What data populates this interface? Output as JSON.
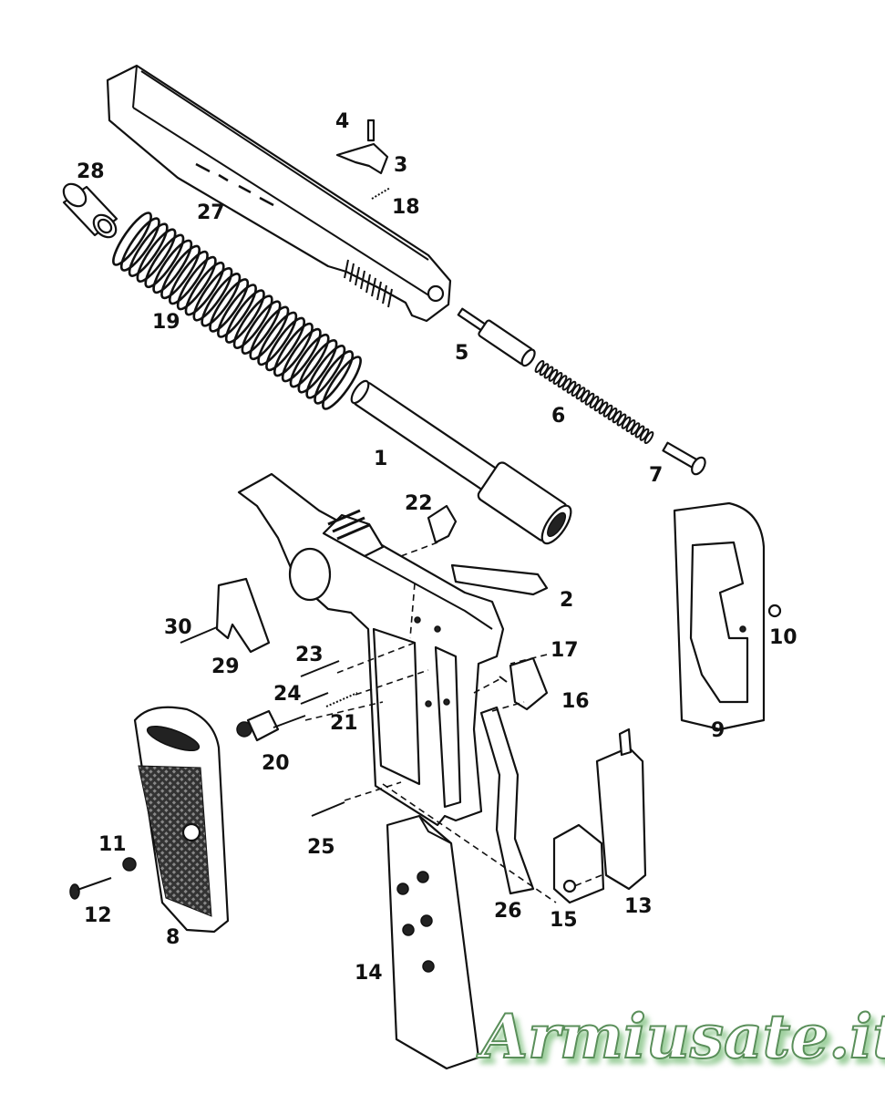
{
  "diagram": {
    "type": "exploded-parts-view",
    "parts": [
      "1",
      "2",
      "3",
      "4",
      "5",
      "6",
      "7",
      "8",
      "9",
      "10",
      "11",
      "12",
      "13",
      "14",
      "15",
      "16",
      "17",
      "18",
      "19",
      "20",
      "21",
      "22",
      "23",
      "24",
      "25",
      "26",
      "27",
      "28",
      "29",
      "30"
    ]
  },
  "watermark": "Armiusate.it",
  "colors": {
    "line": "#111111",
    "watermark": "#5a8f5a"
  }
}
